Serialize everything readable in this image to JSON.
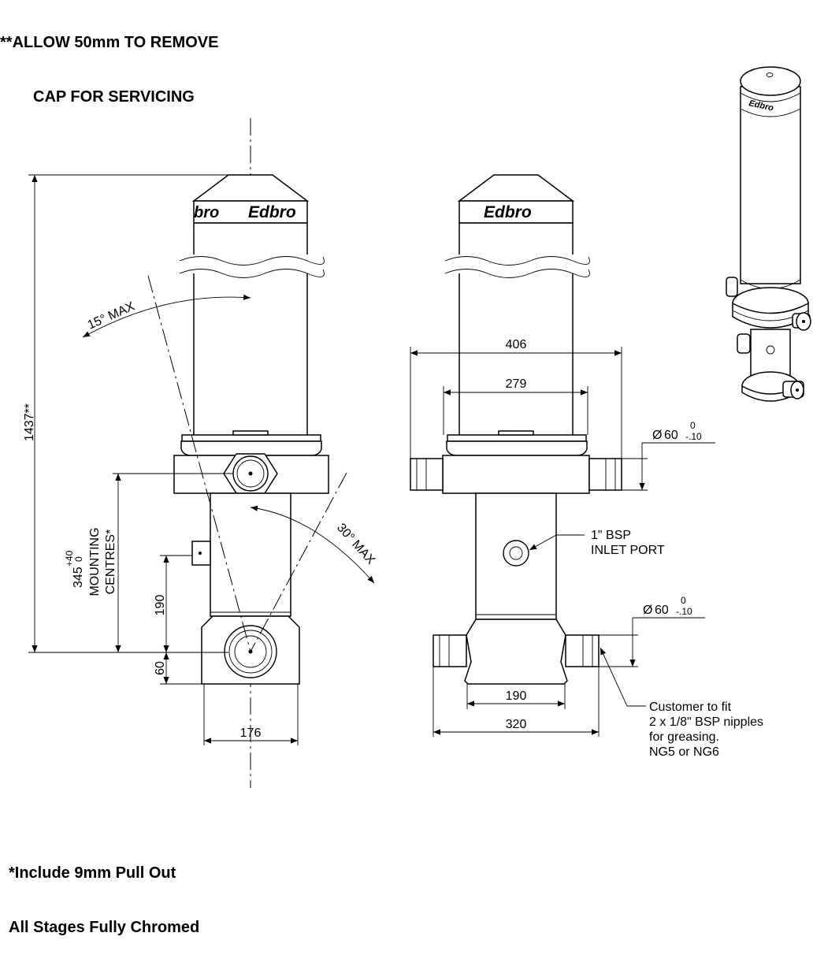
{
  "notes": {
    "top_line1": "**ALLOW 50mm TO REMOVE",
    "top_line2": "CAP FOR SERVICING",
    "bottom_line1": "*Include 9mm Pull Out",
    "bottom_line2": "All Stages Fully Chromed"
  },
  "brand": "Edbro",
  "brand_partial": "bro",
  "angles": {
    "tilt_side": "15° MAX",
    "tilt_front": "30° MAX"
  },
  "dimensions": {
    "overall_height": "1437**",
    "mounting_value": "345",
    "mounting_tol_upper": "+40",
    "mounting_tol_lower": "0",
    "mounting_label_1": "MOUNTING",
    "mounting_label_2": "CENTRES*",
    "lower_height": "190",
    "base_height": "60",
    "base_width": "176",
    "upper_span": "406",
    "upper_inner": "279",
    "lower_inner": "190",
    "lower_span": "320",
    "trunnion_dia": "60",
    "dia_tol_upper": "0",
    "dia_tol_lower": "-.10",
    "dia_symbol": "Ø"
  },
  "callouts": {
    "inlet_line1": "1\" BSP",
    "inlet_line2": "INLET PORT",
    "grease_line1": "Customer to fit",
    "grease_line2": "2 x 1/8\" BSP nipples",
    "grease_line3": "for greasing.",
    "grease_line4": "NG5 or NG6"
  }
}
